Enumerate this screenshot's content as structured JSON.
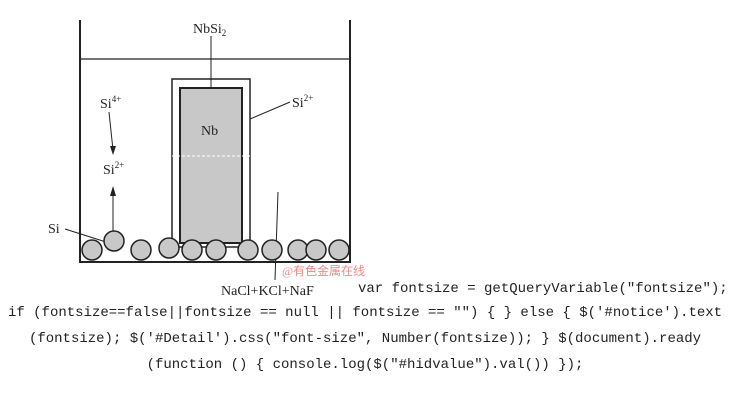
{
  "figure": {
    "labels": {
      "coating": "NbSi",
      "coating_sub": "2",
      "substrate": "Nb",
      "si_ion_right": "Si",
      "si_ion_right_sup": "2+",
      "si4_ion": "Si",
      "si4_ion_sup": "4+",
      "si2_ion_left": "Si",
      "si2_ion_left_sup": "2+",
      "si_powder": "Si",
      "melt": "NaCl+KCl+NaF"
    },
    "watermark": "@有色金属在线",
    "colors": {
      "fill": "#c8c8c8",
      "line": "#222222",
      "watermark": "#e88a8a"
    }
  },
  "code_lines": [
    "var fontsize = getQueryVariable(\"fontsize\");",
    "if (fontsize==false||fontsize == null || fontsize == \"\") { } else { $('#notice').text",
    "(fontsize); $('#Detail').css(\"font-size\", Number(fontsize)); } $(document).ready",
    "(function () { console.log($(\"#hidvalue\").val()) });"
  ]
}
